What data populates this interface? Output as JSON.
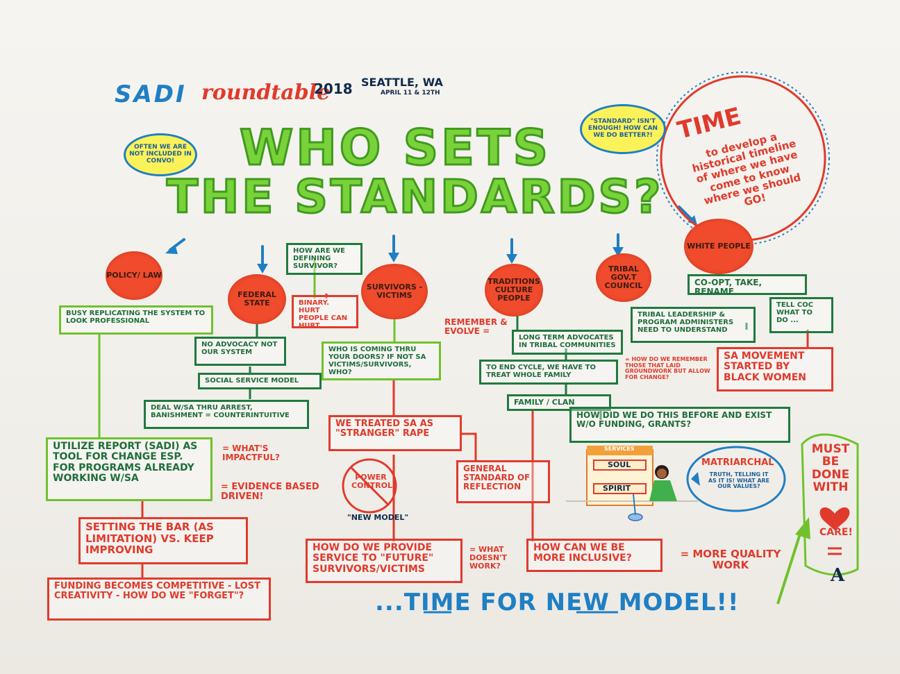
{
  "header": {
    "sadi": "SADI",
    "roundtable": "roundtable",
    "year": "2018",
    "city": "SEATTLE, WA",
    "dates": "APRIL 11 & 12th"
  },
  "title": {
    "line1": "WHO SETS",
    "line2": "THE STANDARDS?"
  },
  "bubbles": {
    "left": "OFTEN WE ARE NOT INCLUDED IN CONVO!",
    "right": "\"STANDARD\" ISN'T ENOUGH! HOW CAN WE DO BETTER?!"
  },
  "time_circle": {
    "head": "TIME",
    "body": "to develop a historical timeline of where we have come to know where we should GO!"
  },
  "circles": {
    "policy": "POLICY/ LAW",
    "federal": "FEDERAL STATE",
    "survivors": "SURVIVORS - VICTIMS",
    "traditions": "TRADITIONS CULTURE PEOPLE",
    "tribal": "TRIBAL GOV.T COUNCIL",
    "white": "WHITE PEOPLE"
  },
  "boxes": {
    "defining": "HOW ARE WE DEFINING SURVIVOR?",
    "binary": "BINARY. HURT PEOPLE CAN HURT",
    "busy": "BUSY REPLICATING THE SYSTEM TO LOOK PROFESSIONAL",
    "no_advocacy": "NO ADVOCACY NOT OUR SYSTEM",
    "social_service": "SOCIAL SERVICE MODEL",
    "deal_sa": "DEAL W/SA THRU ARREST, BANISHMENT = COUNTERINTUITIVE",
    "who_coming": "WHO IS COMING THRU YOUR DOORS? IF NOT SA VICTIMS/SURVIVORS, WHO?",
    "long_term": "LONG TERM ADVOCATES IN TRIBAL COMMUNITIES",
    "end_cycle": "TO END CYCLE, WE HAVE TO TREAT WHOLE FAMILY",
    "family_clan": "FAMILY / CLAN",
    "how_did_we": "HOW DID WE DO THIS BEFORE AND EXIST W/O FUNDING, GRANTS?",
    "coopt": "CO-OPT, TAKE, RENAME",
    "tribal_leadership": "TRIBAL LEADERSHIP & PROGRAM ADMINISTERS NEED TO UNDERSTAND",
    "tell_coc": "TELL COC WHAT TO DO ...",
    "sa_movement": "SA MOVEMENT STARTED BY BLACK WOMEN",
    "utilize": "UTILIZE REPORT (SADI) AS TOOL FOR CHANGE ESP. FOR PROGRAMS ALREADY WORKING W/SA",
    "stranger": "WE TREATED SA AS \"STRANGER\" RAPE",
    "general": "GENERAL STANDARD OF REFLECTION",
    "setting_bar": "SETTING THE BAR (AS LIMITATION) VS. KEEP IMPROVING",
    "funding": "FUNDING BECOMES COMPETITIVE - LOST CREATIVITY - HOW DO WE \"FORGET\"?",
    "provide": "HOW DO WE PROVIDE SERVICE TO \"FUTURE\" SURVIVORS/VICTIMS",
    "inclusive": "HOW CAN WE BE MORE INCLUSIVE?"
  },
  "notes": {
    "remember": "REMEMBER & EVOLVE =",
    "how_remember": "= HOW DO WE REMEMBER THOSE THAT LAID GROUNDWORK BUT ALLOW FOR CHANGE?",
    "impactful": "= WHAT'S IMPACTFUL?",
    "evidence": "= EVIDENCE BASED DRIVEN!",
    "doesnt_work": "= WHAT DOESN'T WORK?",
    "quality": "= MORE QUALITY WORK",
    "power_control": "POWER CONTROL",
    "new_model_small": "\"NEW MODEL\"",
    "matriarchal_head": "MATRIARCHAL",
    "matriarchal_body": "TRUTH, TELLING IT AS IT IS! WHAT ARE OUR VALUES?",
    "must_be_done": "MUST BE DONE WITH",
    "care": "CARE!",
    "signature": "A"
  },
  "services": {
    "label": "SERVICES",
    "soul": "SOUL",
    "spirit": "SPIRIT"
  },
  "footer": "...TIME FOR NEW MODEL!!",
  "colors": {
    "red": "#e03a2c",
    "dark_green": "#1f6e3a",
    "light_green": "#6fc22c",
    "blue": "#1f7fc4",
    "yellow": "#fbf25a"
  }
}
